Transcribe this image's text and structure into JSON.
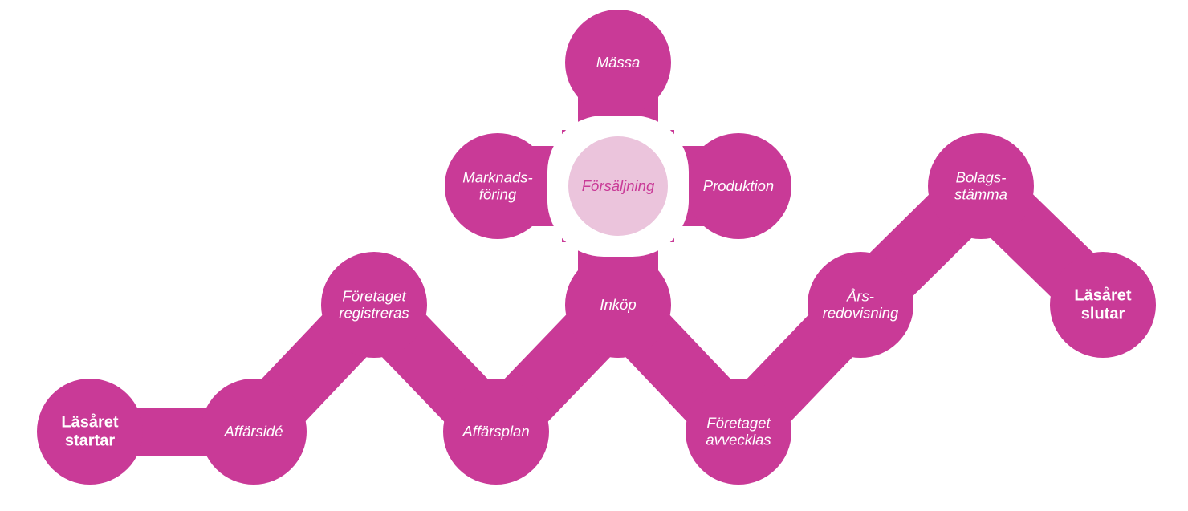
{
  "colors": {
    "blob": "#c93a97",
    "center_fill": "#ebc4dc",
    "center_ring": "#ffffff",
    "text": "#ffffff",
    "center_text": "#c93a97"
  },
  "nodes": [
    {
      "id": "lasaret-startar",
      "lines": [
        "Läsåret",
        "startar"
      ],
      "style": "bold"
    },
    {
      "id": "affarside",
      "lines": [
        "Affärsidé"
      ],
      "style": "italic"
    },
    {
      "id": "foretaget-registreras",
      "lines": [
        "Företaget",
        "registreras"
      ],
      "style": "italic"
    },
    {
      "id": "affarsplan",
      "lines": [
        "Affärsplan"
      ],
      "style": "italic"
    },
    {
      "id": "inkop",
      "lines": [
        "Inköp"
      ],
      "style": "italic"
    },
    {
      "id": "marknadsforing",
      "lines": [
        "Marknads-",
        "föring"
      ],
      "style": "italic"
    },
    {
      "id": "massa",
      "lines": [
        "Mässa"
      ],
      "style": "italic"
    },
    {
      "id": "produktion",
      "lines": [
        "Produktion"
      ],
      "style": "italic"
    },
    {
      "id": "forsaljning",
      "lines": [
        "Försäljning"
      ],
      "style": "center"
    },
    {
      "id": "foretaget-avvecklas",
      "lines": [
        "Företaget",
        "avvecklas"
      ],
      "style": "italic"
    },
    {
      "id": "arsredovisning",
      "lines": [
        "Års-",
        "redovisning"
      ],
      "style": "italic"
    },
    {
      "id": "bolagsstamma",
      "lines": [
        "Bolags-",
        "stämma"
      ],
      "style": "italic"
    },
    {
      "id": "lasaret-slutar",
      "lines": [
        "Läsåret",
        "slutar"
      ],
      "style": "bold"
    }
  ]
}
